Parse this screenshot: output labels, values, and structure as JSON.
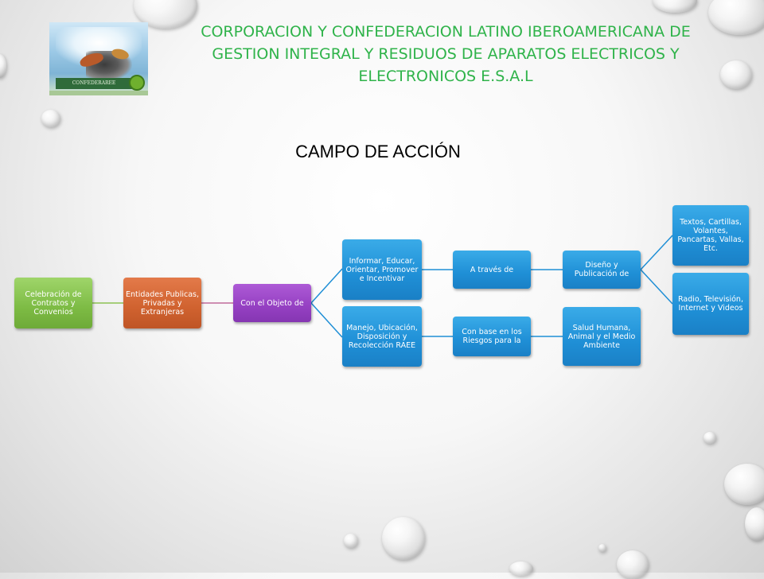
{
  "header": {
    "title_lines": [
      "CORPORACION Y CONFEDERACION LATINO IBEROAMERICANA DE",
      "GESTION INTEGRAL Y RESIDUOS DE APARATOS ELECTRICOS Y",
      "ELECTRONICOS E.S.A.L"
    ],
    "subtitle": "CAMPO DE ACCIÓN"
  },
  "logo": {
    "banner_text": "CONFEDERAREE"
  },
  "colors": {
    "title": "#2fb34a",
    "node_green": "#7dbb44",
    "node_orange": "#d0622f",
    "node_purple": "#9540c2",
    "node_blue": "#1f8fd6",
    "line_green": "#8cc152",
    "line_orange": "#c06a9a",
    "line_blue": "#1f8fd6"
  },
  "nodes": {
    "contratos": "Celebración de Contratos y Convenios",
    "entidades": "Entidades Publicas, Privadas y Extranjeras",
    "objeto": "Con el Objeto de",
    "informar": "Informar, Educar, Orientar, Promover e Incentivar",
    "manejo": "Manejo, Ubicación, Disposición y Recolección RAEE",
    "traves": "A través de",
    "base": "Con base en los Riesgos para la",
    "diseno": "Diseño y Publicación de",
    "salud": "Salud Humana, Animal y el Medio Ambiente",
    "textos": "Textos, Cartillas, Volantes, Pancartas, Vallas, Etc.",
    "radio": "Radio, Televisión, Internet y Videos"
  }
}
